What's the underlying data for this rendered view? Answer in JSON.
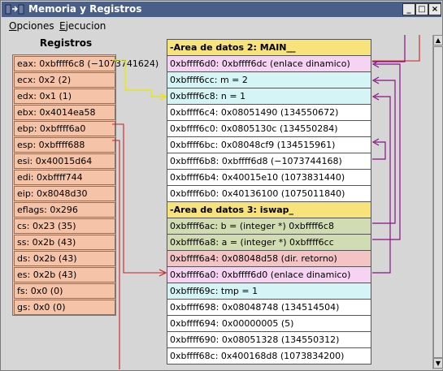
{
  "window": {
    "title": "Memoria y Registros",
    "buttons": [
      "_",
      "□",
      "×"
    ]
  },
  "menu": [
    {
      "underline": "O",
      "rest": "pciones"
    },
    {
      "underline": "E",
      "rest": "jecucion"
    }
  ],
  "registers": {
    "title": "Registros",
    "items": [
      "eax: 0xbffff6c8 (−1073741624)",
      "ecx: 0x2 (2)",
      "edx: 0x1 (1)",
      "ebx: 0x4014ea58",
      "ebp: 0xbffff6a0",
      "esp: 0xbffff688",
      "esi: 0x40015d64",
      "edi: 0xbffff744",
      "eip: 0x8048d30",
      "eflags: 0x296",
      "cs: 0x23 (35)",
      "ss: 0x2b (43)",
      "ds: 0x2b (43)",
      "es: 0x2b (43)",
      "fs: 0x0 (0)",
      "gs: 0x0 (0)"
    ]
  },
  "memory": [
    {
      "text": "-Area de datos 2: MAIN__",
      "kind": "header"
    },
    {
      "text": "0xbffff6d0: 0xbffff6dc (enlace dinamico)",
      "kind": "pink"
    },
    {
      "text": "0xbffff6cc: m = 2",
      "kind": "cyan"
    },
    {
      "text": "0xbffff6c8: n = 1",
      "kind": "cyan"
    },
    {
      "text": "0xbffff6c4: 0x08051490 (134550672)",
      "kind": "white"
    },
    {
      "text": "0xbffff6c0: 0x0805130c (134550284)",
      "kind": "white"
    },
    {
      "text": "0xbffff6bc: 0x08048cf9 (134515961)",
      "kind": "white"
    },
    {
      "text": "0xbffff6b8: 0xbffff6d8 (−1073744168)",
      "kind": "white"
    },
    {
      "text": "0xbffff6b4: 0x40015e10 (1073831440)",
      "kind": "white"
    },
    {
      "text": "0xbffff6b0: 0x40136100 (1075011840)",
      "kind": "white"
    },
    {
      "text": "-Area de datos 3: iswap_",
      "kind": "header"
    },
    {
      "text": "0xbffff6ac: b = (integer *) 0xbffff6c8",
      "kind": "olive"
    },
    {
      "text": "0xbffff6a8: a = (integer *) 0xbffff6cc",
      "kind": "olive"
    },
    {
      "text": "0xbffff6a4: 0x08048d58 (dir. retorno)",
      "kind": "red"
    },
    {
      "text": "0xbffff6a0: 0xbffff6d0 (enlace dinamico)",
      "kind": "pink"
    },
    {
      "text": "0xbffff69c: tmp = 1",
      "kind": "cyan"
    },
    {
      "text": "0xbffff698: 0x08048748 (134514504)",
      "kind": "white"
    },
    {
      "text": "0xbffff694: 0x00000005 (5)",
      "kind": "white"
    },
    {
      "text": "0xbffff690: 0x08051328 (134550312)",
      "kind": "white"
    },
    {
      "text": "0xbffff68c: 0x400168d8 (1073834200)",
      "kind": "white"
    }
  ],
  "colors": {
    "titlebar": "#4a5f88",
    "register_bg": "#f5c3a8",
    "header_bg": "#f8e27a",
    "pointer_yellow": "#e8e800",
    "pointer_red": "#d02020",
    "pointer_purple": "#8a108a"
  }
}
